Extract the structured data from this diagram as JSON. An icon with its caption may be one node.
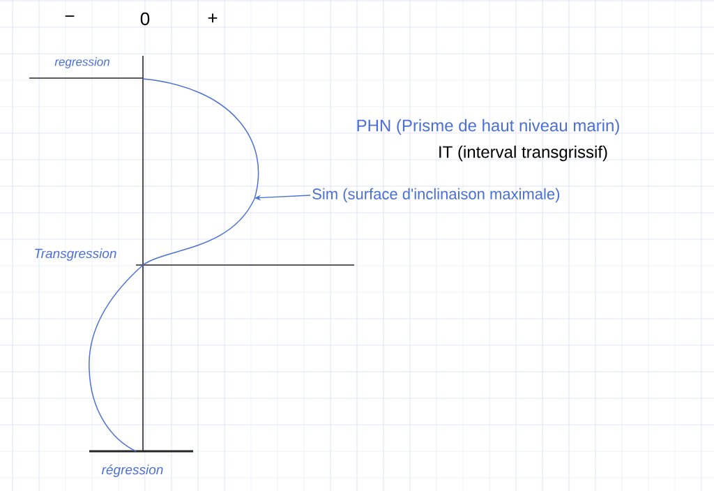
{
  "diagram": {
    "nodes": [
      {
        "text": [
          "Sim (surface d'inclinaison maximale)"
        ]
      },
      {
        "text": [],
        "shape": "picture"
      }
    ],
    "edges": [
      {
        "from": 0,
        "to": 1,
        "arrow": "to"
      }
    ],
    "labels": [
      "−",
      "0",
      "+",
      "regression",
      "PHN (Prisme de haut niveau marin)",
      "IT (interval transgrissif)",
      "Transgression",
      "régression"
    ]
  }
}
